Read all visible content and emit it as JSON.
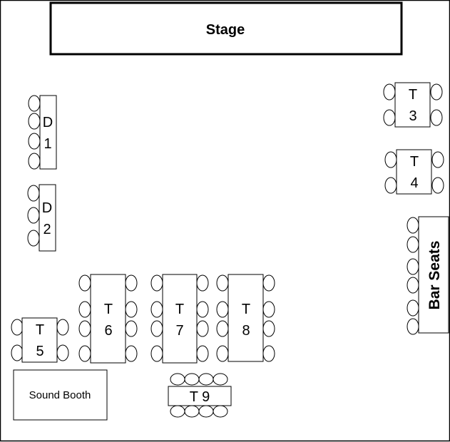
{
  "stage": {
    "label": "Stage"
  },
  "sound_booth": {
    "label": "Sound Booth"
  },
  "bar": {
    "label": "Bar Seats"
  },
  "tables": {
    "d1": {
      "line1": "D",
      "line2": "1"
    },
    "d2": {
      "line1": "D",
      "line2": "2"
    },
    "t3": {
      "line1": "T",
      "line2": "3"
    },
    "t4": {
      "line1": "T",
      "line2": "4"
    },
    "t5": {
      "line1": "T",
      "line2": "5"
    },
    "t6": {
      "line1": "T",
      "line2": "6"
    },
    "t7": {
      "line1": "T",
      "line2": "7"
    },
    "t8": {
      "line1": "T",
      "line2": "8"
    },
    "t9": {
      "label": "T 9"
    }
  }
}
